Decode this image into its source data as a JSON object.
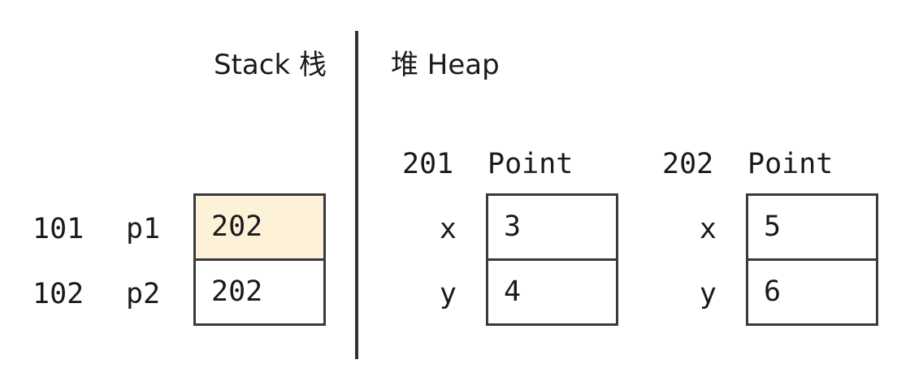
{
  "stack": {
    "title": "Stack 栈",
    "slots": [
      {
        "address": "101",
        "name": "p1",
        "value": "202",
        "highlighted": true
      },
      {
        "address": "102",
        "name": "p2",
        "value": "202",
        "highlighted": false
      }
    ]
  },
  "heap": {
    "title": "堆 Heap",
    "objects": [
      {
        "address": "201",
        "type": "Point",
        "fields": [
          {
            "name": "x",
            "value": "3"
          },
          {
            "name": "y",
            "value": "4"
          }
        ]
      },
      {
        "address": "202",
        "type": "Point",
        "fields": [
          {
            "name": "x",
            "value": "5"
          },
          {
            "name": "y",
            "value": "6"
          }
        ]
      }
    ]
  },
  "colors": {
    "highlight": "#fdf2d8",
    "border": "#3a3a3a",
    "divider": "#333333",
    "text": "#1a1a1a"
  }
}
